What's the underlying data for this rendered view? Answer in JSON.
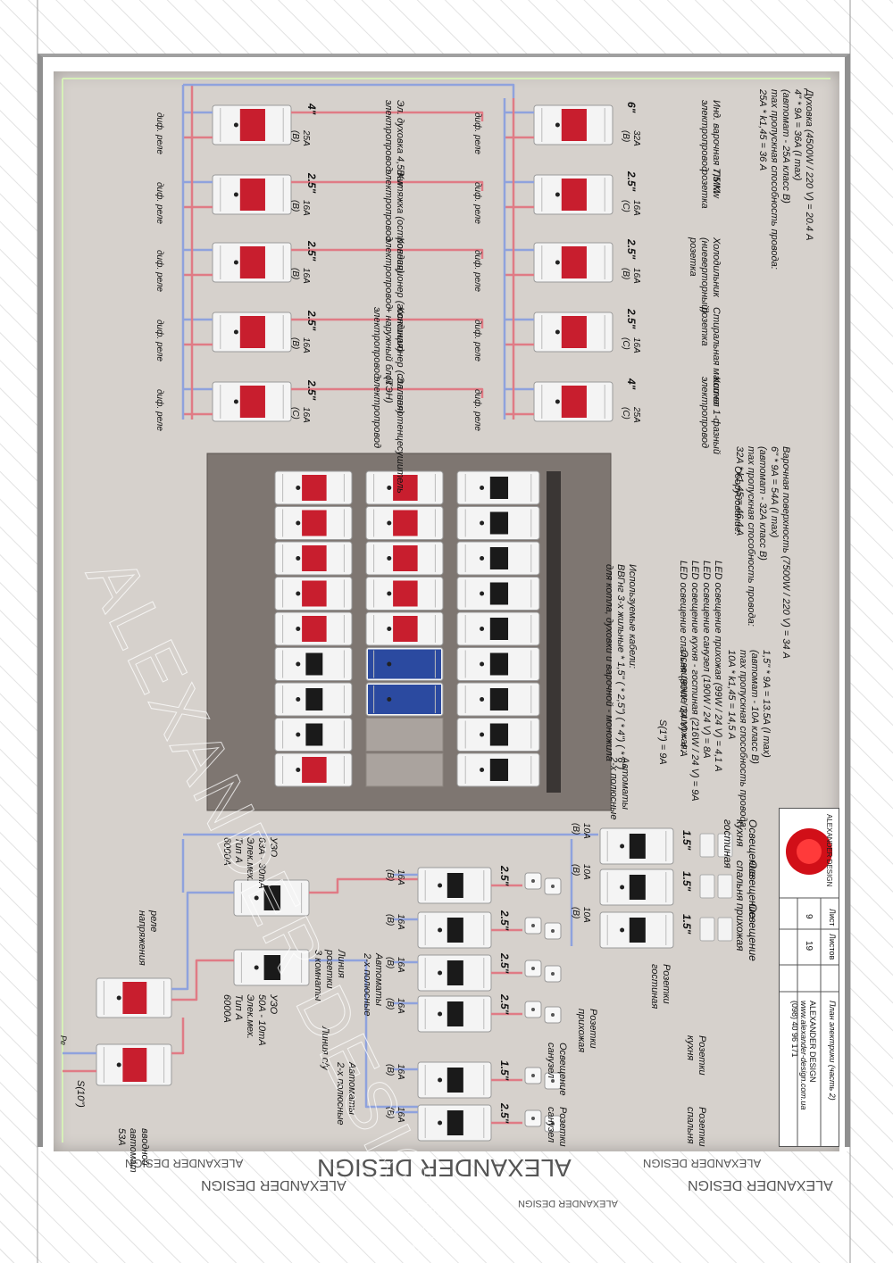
{
  "colors": {
    "board": "#d6d1cc",
    "breaker_red": "#c81e2e",
    "breaker_body": "#f4f4f4",
    "breaker_dark": "#1a1a1a",
    "wire_red": "#e07b85",
    "wire_blue": "#8fa2dd",
    "bus_blue": "#2b4aa0",
    "panel": "#7e7671",
    "accent_green": "#d6f0b8"
  },
  "title_block": {
    "sheet_title": "План электрики (часть 2)",
    "company": "ALEXANDER DESIGN",
    "website": "www.alexander-design.com.ua",
    "phone": "(098) 40 96 171",
    "sheet_label": "Лист",
    "sheets_label": "Листов",
    "sheet_no": "9",
    "sheets_total": "19",
    "logo_text": "ALEXANDER DESIGN"
  },
  "watermarks": {
    "bottom_big": "ALEXANDER DESIGN",
    "bottom_small": "ALEXANDER DESIGN",
    "diagonal": "ALEXANDER DESIGN"
  },
  "top_row_left": [
    {
      "rating": "25A\n(B)",
      "cable": "4\"",
      "desc": "Эл. духовка 4,5 Kw\nэлектропровод",
      "rcd": "диф. реле"
    },
    {
      "rating": "16A\n(B)",
      "cable": "2.5\"",
      "desc": "Вытяжка (островная)\nэлектропровод",
      "rcd": "диф. реле"
    },
    {
      "rating": "16A\n(B)",
      "cable": "2.5\"",
      "desc": "Кондиционер (гостиная)\nэлектропровод",
      "rcd": "диф. реле"
    },
    {
      "rating": "16A\n(B)",
      "cable": "2.5\"",
      "desc": "Кондиционер (спальня)\n+ наружный блок\nэлектропровод",
      "rcd": "диф. реле"
    },
    {
      "rating": "16A\n(C)",
      "cable": "2.5\"",
      "desc": "Эл. полотенцесушитель\n(ТЭН)\nэлектропровод",
      "rcd": "диф. реле"
    }
  ],
  "top_row_right": [
    {
      "rating": "32A\n(B)",
      "cable": "6\"",
      "desc": "Инд. варочная 7,5 Kw\nэлектропровод",
      "rcd": "диф. реле"
    },
    {
      "rating": "16A\n(C)",
      "cable": "2.5\"",
      "desc": "ПММ\nрозетка",
      "rcd": "диф. реле"
    },
    {
      "rating": "16A\n(B)",
      "cable": "2.5\"",
      "desc": "Холодильник\n(ниеверторный)\nрозетка",
      "rcd": "диф. реле"
    },
    {
      "rating": "16A\n(C)",
      "cable": "2.5\"",
      "desc": "Стиральная машина\nрозетка",
      "rcd": "диф. реле"
    },
    {
      "rating": "25A\n(C)",
      "cable": "4\"",
      "desc": "Котел 1-фазный\nэлектропровод",
      "rcd": "диф. реле"
    }
  ],
  "equipment_notes": {
    "heading": "Оборудование:",
    "hob": "Варочная поверхность (7500W / 220 V) = 34 A\n6\" * 9A = 54A (I max)\n(автомат - 32A класс B)\nmax пропускная способность провода:\n32A * k1,45 = 46,4 A",
    "oven": "Духовка (4500W / 220 V) = 20.4 A\n4\" * 9A = 36A (I max)\n(автомат - 25A класс B)\nmax пропускная способность провода:\n25A * k1,45 = 36 A"
  },
  "cable_notes": "Используемые кабели:\nВВГнг 3-х жильные * 1,5\" ( * 2,5\") ( * 4\") ( * 6\")\nдля котла, духовки и варочной - моножила",
  "lighting_notes": {
    "heading": "Освещение прихожая:",
    "lines": "LED освещение прихожая (99W / 24 V) = 4,1 A\nLED освещение санузел (190W / 24 V) = 8A\nLED освещение кухня - гостиная (216W / 24 V) = 9A\nLED освещение спальня (90W / 24 V) = 4 A",
    "calc": "1,5\" * 9A = 13.5A (I max)\n(автомат - 10A класс B)\nmax пропускная способность провода:\n10A * k1,45 = 14,5 A",
    "s1": "S(1\") = 9A"
  },
  "left_side": {
    "s_input": "S(10\")",
    "main_breaker": "вводной\nавтомат\n53A",
    "relay": "реле\nнапряжения",
    "pe": "Pe",
    "rcd1": "УЗО\n50A - 10mA\nЭлек.мех.\nТип A\n6000A",
    "rcd2": "УЗО\n63A - 30mA\nЭлек.мех.\nТип A\n6000A",
    "line_cu": "Линия с/у",
    "line_rooms": "Линия\nрозетки\n3 комнаты",
    "autos_2p_a": "Автоматы\n2-х полюсные",
    "autos_2p_b": "Автоматы\n2-х полюсные",
    "autos_2p_c": "Автоматы\n2-х полюсные"
  },
  "bottom_groups": [
    {
      "rating": "16A\n(B)",
      "cable": "2.5\"",
      "desc": "Розетки\nкухня"
    },
    {
      "rating": "16A\n(B)",
      "cable": "2.5\"",
      "desc": "Розетки\nгостиная"
    },
    {
      "rating": "16A\n(B)",
      "cable": "2.5\"",
      "desc": "Розетки\nприхожая"
    },
    {
      "rating": "16A\n(B)",
      "cable": "2.5\"",
      "desc": "Розетки\nспальня"
    },
    {
      "rating": "16A\n(B)",
      "cable": "1.5\"",
      "desc": "Освещение\nсанузел"
    },
    {
      "rating": "16A\n(B)",
      "cable": "2.5\"",
      "desc": "Розетки\nсанузел"
    }
  ],
  "lighting_groups": [
    {
      "rating": "10A\n(B)",
      "cable": "1.5\"",
      "desc": "Освещение\nкухня\nгостиная"
    },
    {
      "rating": "10A\n(B)",
      "cable": "1.5\"",
      "desc": "Освещение\nспальня"
    },
    {
      "rating": "10A\n(B)",
      "cable": "1.5\"",
      "desc": "Освещение\nприхожая"
    }
  ]
}
